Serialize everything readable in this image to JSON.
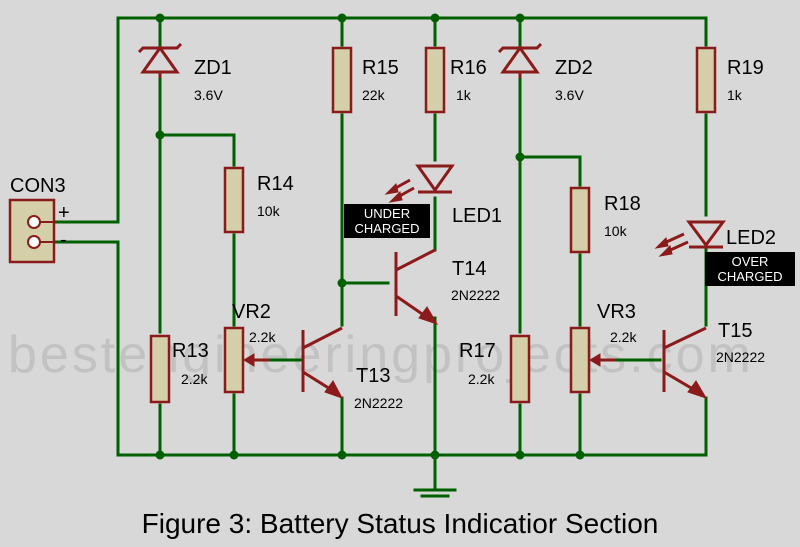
{
  "watermark": "bestengineeringprojects.com",
  "caption": "Figure 3: Battery Status Indicatior Section",
  "connector": {
    "name": "CON3",
    "plus": "+",
    "minus": "-"
  },
  "components": {
    "zd1": {
      "name": "ZD1",
      "value": "3.6V"
    },
    "zd2": {
      "name": "ZD2",
      "value": "3.6V"
    },
    "r13": {
      "name": "R13",
      "value": "2.2k"
    },
    "r14": {
      "name": "R14",
      "value": "10k"
    },
    "r15": {
      "name": "R15",
      "value": "22k"
    },
    "r16": {
      "name": "R16",
      "value": "1k"
    },
    "r17": {
      "name": "R17",
      "value": "2.2k"
    },
    "r18": {
      "name": "R18",
      "value": "10k"
    },
    "r19": {
      "name": "R19",
      "value": "1k"
    },
    "vr2": {
      "name": "VR2",
      "value": "2.2k"
    },
    "vr3": {
      "name": "VR3",
      "value": "2.2k"
    },
    "t13": {
      "name": "T13",
      "value": "2N2222"
    },
    "t14": {
      "name": "T14",
      "value": "2N2222"
    },
    "t15": {
      "name": "T15",
      "value": "2N2222"
    },
    "led1": {
      "name": "LED1",
      "tag_line1": "UNDER",
      "tag_line2": "CHARGED"
    },
    "led2": {
      "name": "LED2",
      "tag_line1": "OVER",
      "tag_line2": "CHARGED"
    }
  }
}
